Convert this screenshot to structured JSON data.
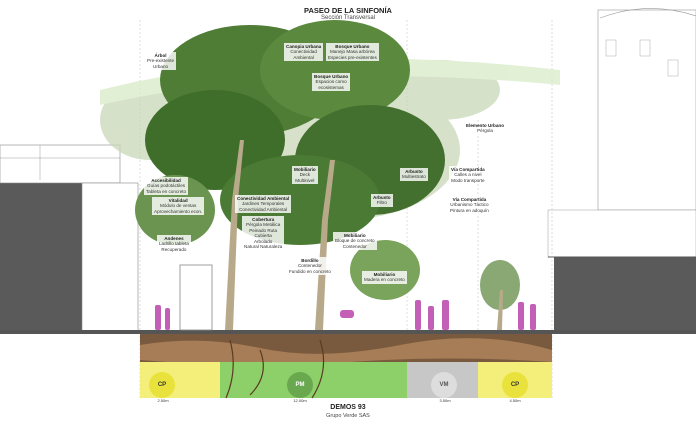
{
  "header": {
    "title": "PASEO DE LA SINFONÍA",
    "subtitle": "Sección Transversal"
  },
  "footer": {
    "title": "DEMOS 93",
    "subtitle": "Grupo Verde SAS"
  },
  "annotations": {
    "arbol": {
      "title": "Árbol",
      "lines": [
        "Pre-existente",
        "Urbano"
      ]
    },
    "copa": {
      "title": "Canopia Urbana",
      "lines": [
        "Conectividad",
        "Ambiental"
      ]
    },
    "bosque1": {
      "title": "Bosque Urbano",
      "lines": [
        "Manejo Masa arbórea",
        "Especies pre-existentes"
      ]
    },
    "bosque2": {
      "title": "Bosque Urbano",
      "lines": [
        "Espacios como",
        "ecosistemas"
      ]
    },
    "accesibilidad": {
      "title": "Accesibilidad",
      "lines": [
        "Guías podotáctiles",
        "Tableta en concreto"
      ]
    },
    "vitalidad": {
      "title": "Vitalidad",
      "lines": [
        "Módulo de ventas",
        "Aprovechamiento econ."
      ]
    },
    "conectividad": {
      "title": "Conectividad Ambiental",
      "lines": [
        "Jardines Temporales",
        "Conectividad Ambiental"
      ]
    },
    "mobiliario1": {
      "title": "Mobiliario",
      "lines": [
        "Deck",
        "Multinivel"
      ]
    },
    "arbusto1": {
      "title": "Arbusto",
      "lines": [
        "Multiestrato"
      ]
    },
    "arbusto2": {
      "title": "Arbusto",
      "lines": [
        "Filtro"
      ]
    },
    "cobertura": {
      "title": "Cobertura",
      "lines": [
        "Pérgola Metálica",
        "Peinado Ruta",
        "Cubierta",
        "Arbolado",
        "Natural Naturaleza"
      ]
    },
    "andenes": {
      "title": "Andenes",
      "lines": [
        "Ladrillo tableta",
        "Recuperado"
      ]
    },
    "bordillo": {
      "title": "Bordillo",
      "lines": [
        "Contenedor",
        "Fundido en concreto"
      ]
    },
    "mobiliario2": {
      "title": "Mobiliario",
      "lines": [
        "Bloque de concreto",
        "Contenedor"
      ]
    },
    "mobiliario3": {
      "title": "Mobiliario",
      "lines": [
        "Madera en concreto"
      ]
    },
    "elemento": {
      "title": "Elemento Urbano",
      "lines": [
        "Pérgola"
      ]
    },
    "via1": {
      "title": "Vía Compartida",
      "lines": [
        "Calles a nivel",
        "Modo transporte"
      ]
    },
    "via2": {
      "title": "Vía Compartida",
      "lines": [
        "Urbanismo Táctico",
        "Pintura en adoquín"
      ]
    }
  },
  "zones": [
    {
      "code": "CP",
      "label": "2.50m"
    },
    {
      "code": "PM",
      "label": "12.00m"
    },
    {
      "code": "VM",
      "label": "3.50m"
    },
    {
      "code": "CP",
      "label": "4.50m"
    }
  ],
  "colors": {
    "building": "#5a5a5a",
    "tree": "#3f6e2b",
    "person": "#c45fb7",
    "soil": "#7a5a3e",
    "green_soil": "#8dd06a",
    "yellow_soil": "#f4ef7a",
    "badge": "#e9e23c"
  }
}
